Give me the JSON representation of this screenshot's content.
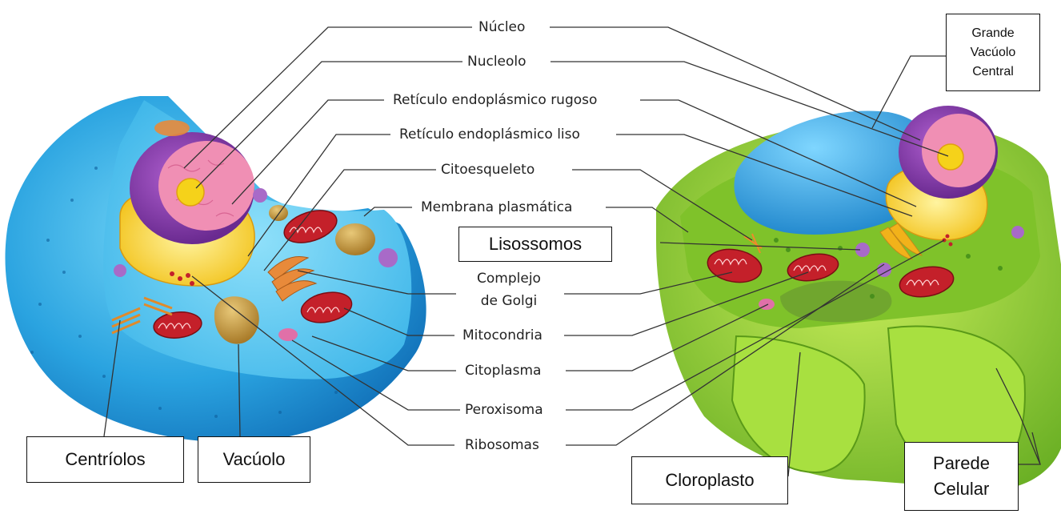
{
  "labels": {
    "nucleo": "Núcleo",
    "nucleolo": "Nucleolo",
    "rer": "Retículo endoplásmico rugoso",
    "rel": "Retículo endoplásmico liso",
    "citoesqueleto": "Citoesqueleto",
    "membrana": "Membrana plasmática",
    "lisossomos": "Lisossomos",
    "golgi_line1": "Complejo",
    "golgi_line2": "de Golgi",
    "mitocondria": "Mitocondria",
    "citoplasma": "Citoplasma",
    "peroxisoma": "Peroxisoma",
    "ribosomas": "Ribosomas",
    "centriolos": "Centríolos",
    "vacuolo": "Vacúolo",
    "grande_line1": "Grande",
    "grande_line2": "Vacúolo",
    "grande_line3": "Central",
    "cloroplasto": "Cloroplasto",
    "parede_line1": "Parede",
    "parede_line2": "Celular"
  },
  "colors": {
    "animal_cell": "#2aa3e0",
    "animal_cell_inner": "#5cc8f2",
    "plant_wall": "#8fd12a",
    "plant_inner": "#6bb52a",
    "nucleus_envelope": "#8a3fb0",
    "nucleolus": "#f5d21a",
    "chromatin": "#f08fb4",
    "mitochondria": "#c4202a",
    "golgi": "#e88a3a",
    "vacuole_animal": "#c9a04a",
    "central_vacuole": "#29a8e8",
    "er_yellow": "#f2c21a",
    "leader_line": "#333333"
  }
}
